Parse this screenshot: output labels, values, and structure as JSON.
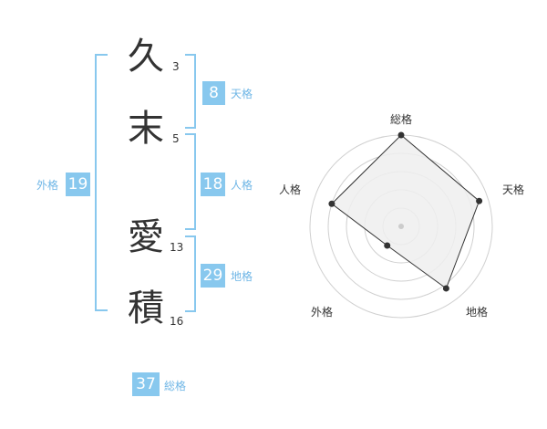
{
  "name": {
    "chars": [
      {
        "char": "久",
        "strokes": "3"
      },
      {
        "char": "末",
        "strokes": "5"
      },
      {
        "char": "愛",
        "strokes": "13"
      },
      {
        "char": "積",
        "strokes": "16"
      }
    ]
  },
  "scores": {
    "tenkaku": {
      "value": "8",
      "label": "天格"
    },
    "jinkaku": {
      "value": "18",
      "label": "人格"
    },
    "chikaku": {
      "value": "29",
      "label": "地格"
    },
    "gaikaku": {
      "value": "19",
      "label": "外格"
    },
    "soukaku": {
      "value": "37",
      "label": "総格"
    }
  },
  "radar": {
    "labels": {
      "top": "総格",
      "right": "天格",
      "bottom_right": "地格",
      "bottom_left": "外格",
      "left": "人格"
    },
    "colors": {
      "accent": "#88c8ee",
      "polygon_fill": "#eeeeee",
      "polygon_stroke": "#333333",
      "ring": "#d0d0d0"
    }
  },
  "chart_data": {
    "type": "radar",
    "categories": [
      "総格",
      "天格",
      "地格",
      "外格",
      "人格"
    ],
    "values": [
      5,
      4.5,
      4.2,
      1.3,
      4
    ],
    "ylim": [
      0,
      5
    ]
  }
}
